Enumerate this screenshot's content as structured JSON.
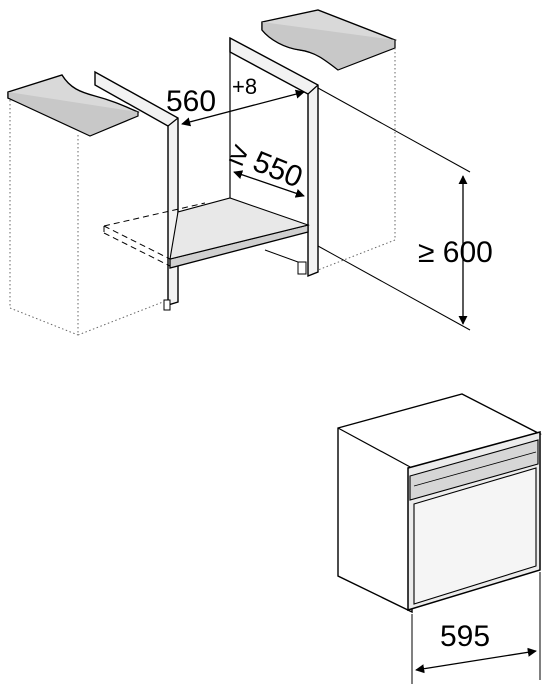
{
  "dimensions": {
    "niche_width": "560",
    "niche_width_tolerance": "+8",
    "niche_depth": "≥ 550",
    "niche_height": "≥ 600",
    "appliance_width": "595"
  },
  "colors": {
    "line": "#000000",
    "worktop_fill": "#d9d9d9",
    "panel_fill": "#ececec",
    "background": "#ffffff"
  }
}
